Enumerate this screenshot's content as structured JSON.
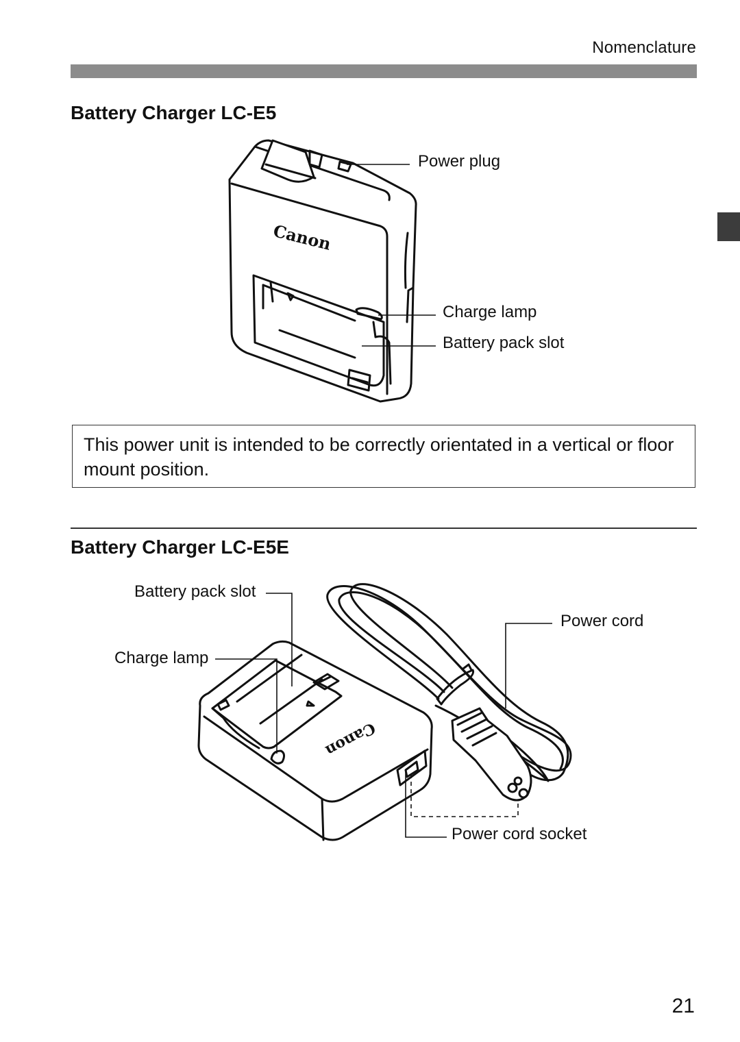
{
  "header": {
    "running_title": "Nomenclature"
  },
  "section1": {
    "title": "Battery Charger LC-E5",
    "labels": {
      "power_plug": "Power plug",
      "charge_lamp": "Charge lamp",
      "battery_pack_slot": "Battery pack slot"
    },
    "logo_text": "Canon"
  },
  "notice": {
    "text": "This power unit is intended to be correctly orientated in a vertical or floor mount position."
  },
  "section2": {
    "title": "Battery Charger LC-E5E",
    "labels": {
      "battery_pack_slot": "Battery pack slot",
      "charge_lamp": "Charge lamp",
      "power_cord": "Power cord",
      "power_cord_socket": "Power cord socket"
    },
    "logo_text": "Canon"
  },
  "footer": {
    "page_number": "21"
  }
}
